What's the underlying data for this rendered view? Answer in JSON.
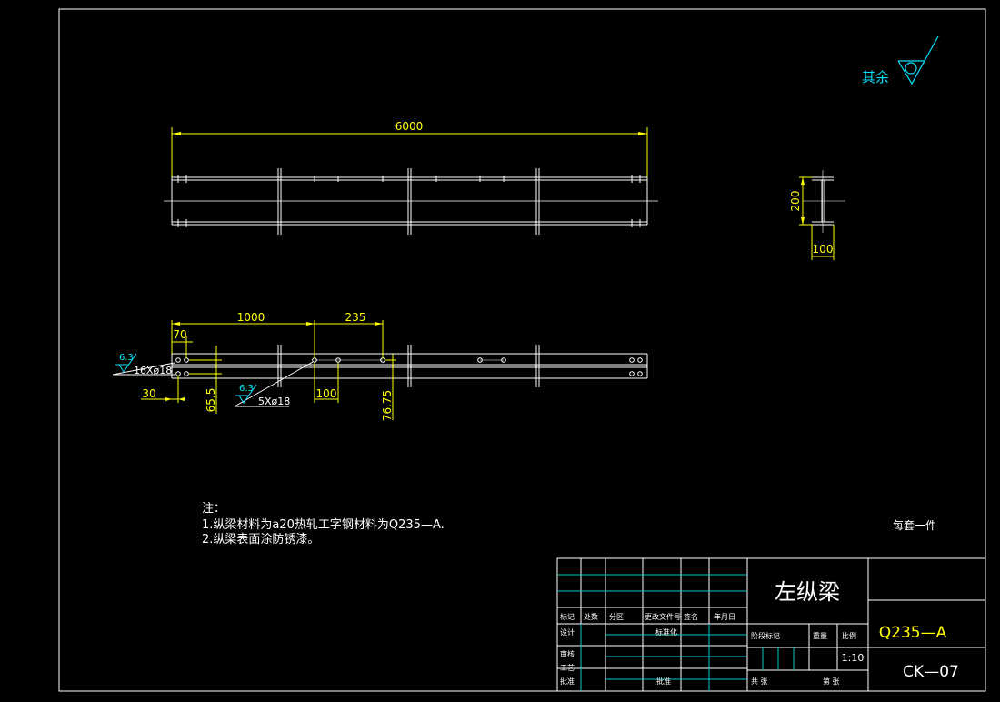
{
  "colors": {
    "background": "#000000",
    "line": "#ffffff",
    "dimension": "#ffff00",
    "note": "#ffffff",
    "roughness": "#00e5ff",
    "title_grid": "#00c8c8"
  },
  "roughness_general": {
    "label": "其余"
  },
  "top_view": {
    "length": "6000"
  },
  "section_view": {
    "height": "200",
    "flange": "100"
  },
  "front_view": {
    "dims": {
      "d1000": "1000",
      "d235": "235",
      "d70": "70",
      "d30": "30",
      "d65_5": "65.5",
      "d100": "100",
      "d76_75": "76.75"
    },
    "callout_left": {
      "roughness": "6.3",
      "text": "16Xø18"
    },
    "callout_mid": {
      "roughness": "6.3",
      "text": "5Xø18"
    }
  },
  "notes": {
    "heading": "注：",
    "line1": "1.纵梁材料为a20热轧工字钢材料为Q235—A.",
    "line2": "2.纵梁表面涂防锈漆。"
  },
  "quantity_note": "每套一件",
  "title_block": {
    "part_name": "左纵梁",
    "material": "Q235—A",
    "drawing_no": "CK—07",
    "scale": "1:10",
    "headers": {
      "mark": "标记",
      "count": "处数",
      "zone": "分区",
      "change_doc": "更改文件号",
      "sign": "签名",
      "date": "年月日",
      "designer": "设计",
      "standardization": "标准化",
      "stage_mark": "阶段标记",
      "weight": "重量",
      "scale_label": "比例",
      "checker": "审核",
      "process": "工艺",
      "approve": "批准",
      "sheets_total": "共 张",
      "sheet_no": "第 张"
    }
  }
}
